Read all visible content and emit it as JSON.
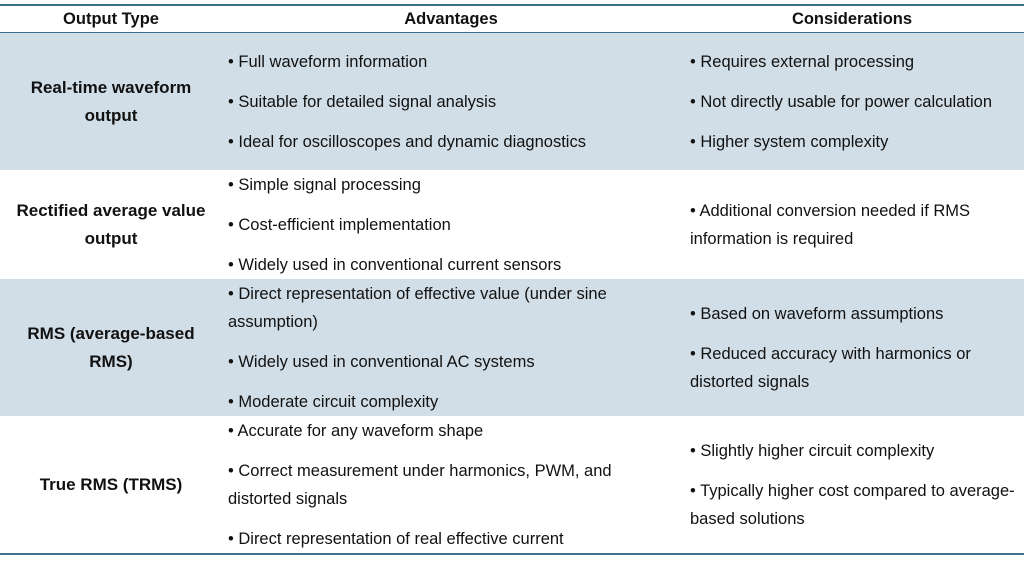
{
  "headers": [
    "Output Type",
    "Advantages",
    "Considerations"
  ],
  "rows": [
    {
      "type": "Real-time waveform output",
      "advantages": [
        "• Full waveform information",
        "• Suitable for detailed signal analysis",
        "• Ideal for oscilloscopes and dynamic diagnostics"
      ],
      "considerations": [
        "• Requires external processing",
        "• Not directly usable for power calculation",
        "• Higher system complexity"
      ]
    },
    {
      "type": "Rectified average value output",
      "advantages": [
        "• Simple signal processing",
        "• Cost-efficient implementation",
        "• Widely used in conventional current sensors"
      ],
      "considerations": [
        "• Additional conversion needed if RMS information is required"
      ]
    },
    {
      "type": "RMS (average-based RMS)",
      "advantages": [
        "• Direct representation of effective value (under sine assumption)",
        "• Widely used in conventional AC systems",
        "• Moderate circuit complexity"
      ],
      "considerations": [
        "• Based on waveform assumptions",
        "• Reduced accuracy with harmonics or distorted signals"
      ]
    },
    {
      "type": "True RMS (TRMS)",
      "advantages": [
        "• Accurate for any waveform shape",
        "• Correct measurement under harmonics, PWM, and distorted signals",
        "• Direct representation of real effective current"
      ],
      "considerations": [
        "• Slightly higher circuit complexity",
        "• Typically higher cost compared to average-based solutions"
      ]
    }
  ]
}
